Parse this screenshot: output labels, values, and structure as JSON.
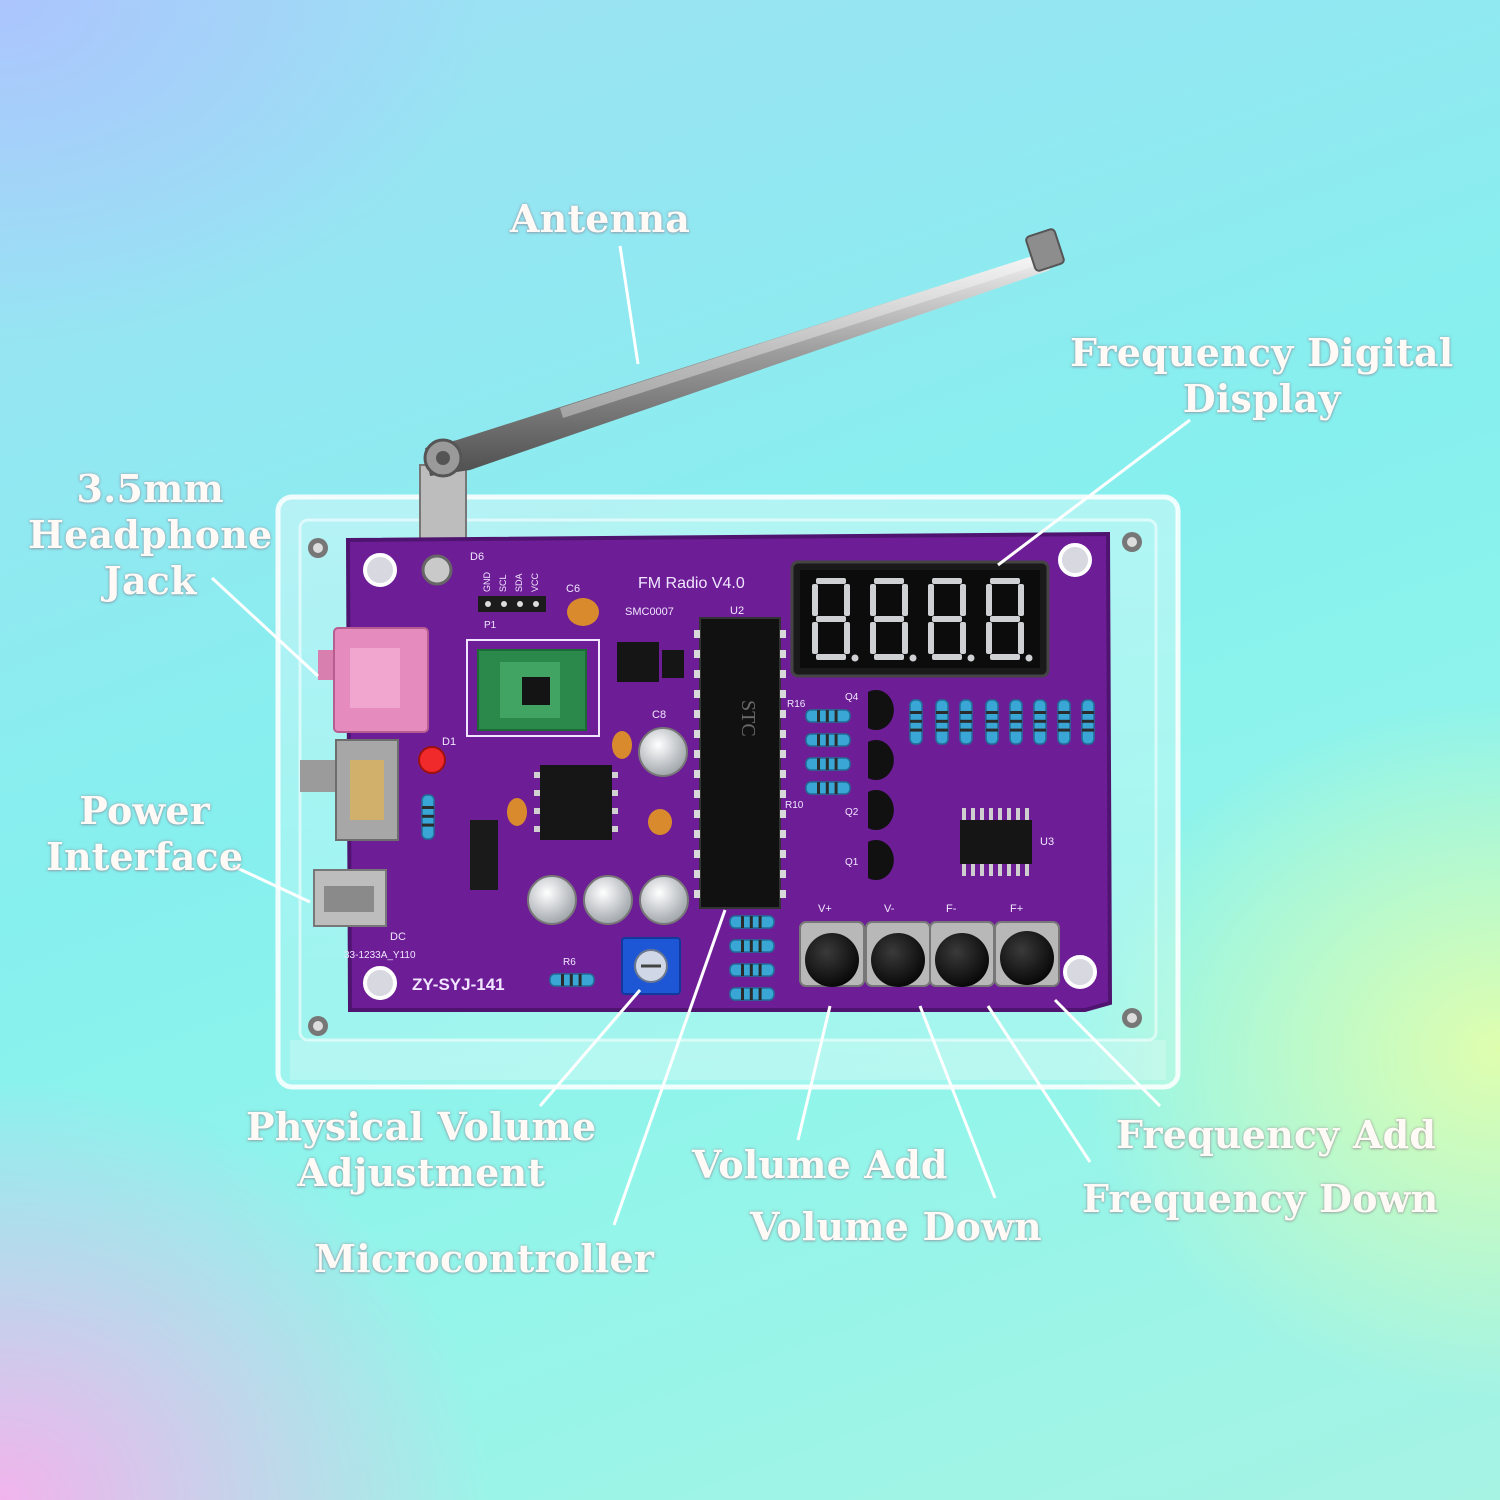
{
  "labels": {
    "antenna": "Antenna",
    "frequency_display": [
      "Frequency Digital",
      "Display"
    ],
    "headphone_jack": [
      "3.5mm",
      "Headphone",
      "Jack"
    ],
    "power_interface": [
      "Power",
      "Interface"
    ],
    "physical_volume": [
      "Physical Volume",
      "Adjustment"
    ],
    "microcontroller": "Microcontroller",
    "volume_add": "Volume Add",
    "volume_down": "Volume Down",
    "frequency_add": "Frequency Add",
    "frequency_down": "Frequency Down"
  },
  "board": {
    "title": "FM Radio V4.0",
    "model": "ZY-SYJ-141",
    "chip_text": "STC",
    "button_marks": [
      "V+",
      "V-",
      "F-",
      "F+"
    ],
    "pin_header": [
      "GND",
      "SCL",
      "SDA",
      "VCC"
    ],
    "designators": {
      "d6": "D6",
      "c6": "C6",
      "u2": "U2",
      "u3": "U3",
      "d1": "D1",
      "c8": "C8",
      "dc": "DC",
      "p1": "P1",
      "r6": "R6",
      "q1": "Q1",
      "q2": "Q2",
      "q4": "Q4",
      "r16": "R16",
      "r10": "R10",
      "sm": "SMC0007",
      "dc_code": "33-1233A_Y110"
    }
  },
  "colors": {
    "pcb": "#6d1e96",
    "pcb_edge": "#4f1470",
    "headphone_jack": "#e58bbd",
    "trimmer": "#1d57d6",
    "label_text": "#fffaf6"
  }
}
